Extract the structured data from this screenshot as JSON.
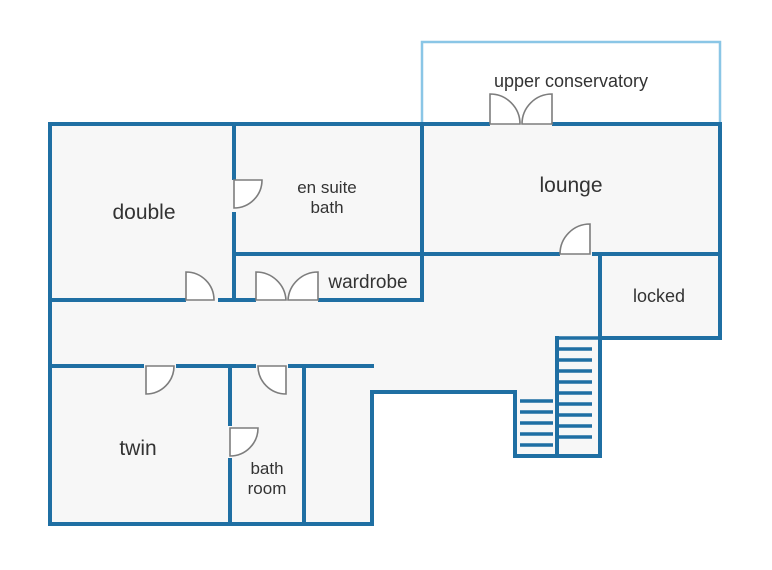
{
  "plan": {
    "rooms": {
      "upper_conservatory": "upper conservatory",
      "lounge": "lounge",
      "double": "double",
      "en_suite_line1": "en suite",
      "en_suite_line2": "bath",
      "wardrobe": "wardrobe",
      "locked": "locked",
      "twin": "twin",
      "bathroom_line1": "bath",
      "bathroom_line2": "room"
    },
    "colors": {
      "wall": "#1f6fa3",
      "conservatory_wall": "#8ac6e6",
      "floor": "#f7f7f7",
      "door": "#7d7d7d",
      "text": "#333333"
    }
  }
}
